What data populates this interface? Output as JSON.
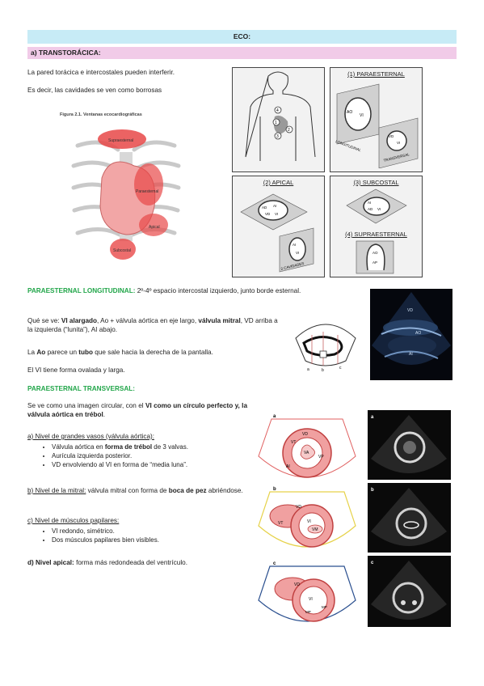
{
  "header": {
    "title": "ECO:"
  },
  "section": {
    "label": "a)  TRANSTORÁCICA:"
  },
  "intro": {
    "line1": "La pared torácica e intercostales pueden interferir.",
    "line2": "Es decir, las cavidades se ven como borrosas"
  },
  "figure": {
    "caption": "Figura 2.1. Ventanas ecocardiográficas",
    "labels": {
      "supra": "Supraesternal",
      "para": "Paraesternal",
      "apical": "Apical",
      "subcostal": "Subcostal"
    }
  },
  "windows": {
    "body_numbers": [
      "4",
      "1",
      "2",
      "3"
    ],
    "para_label": "(1) PARAESTERNAL",
    "longitudinal": "LONGITUDINAL",
    "transversal": "TRANSVERSAL",
    "apical_label": "(2) APICAL",
    "cavidades": "2 CAVIDADES",
    "subcostal_label": "(3) SUBCOSTAL",
    "supra_label": "(4) SUPRAESTERNAL",
    "chambers": {
      "ao": "AO",
      "vi": "VI",
      "vd": "VD",
      "ai": "AI",
      "ad": "AD",
      "ap": "AP"
    }
  },
  "plong": {
    "heading": "PARAESTERNAL LONGITUDINAL:",
    "heading_rest": " 2º-4º espacio intercostal izquierdo, junto borde esternal.",
    "p1_pre": "Qué se ve: ",
    "p1_b1": "VI alargado",
    "p1_mid1": ", Ao + válvula aórtica en eje largo, ",
    "p1_b2": "válvula mitral",
    "p1_end": ", VD arriba a la izquierda (“lunita”), AI abajo.",
    "p2_pre": "La ",
    "p2_b1": "Ao",
    "p2_mid": " parece un ",
    "p2_b2": "tubo",
    "p2_end": " que sale hacia la derecha de la pantalla.",
    "p3": "El VI tiene forma ovalada y larga.",
    "diagram_letters": [
      "a",
      "b",
      "c"
    ],
    "echo_labels": [
      "VD",
      "AO",
      "AI"
    ]
  },
  "ptrans": {
    "heading": "PARAESTERNAL TRANSVERSAL:",
    "intro_pre": "Se ve como una imagen circular, con el ",
    "intro_b1": "VI como un círculo perfecto y, la válvula aórtica en trébol",
    "intro_end": ".",
    "a_title": "a) Nivel de grandes vasos (válvula aórtica):",
    "a_items": [
      {
        "pre": "Válvula aórtica en ",
        "bold": "forma de trébol",
        "post": " de 3 valvas."
      },
      {
        "pre": "Aurícula izquierda posterior.",
        "bold": "",
        "post": ""
      },
      {
        "pre": "VD envolviendo al VI en forma de “media luna”.",
        "bold": "",
        "post": ""
      }
    ],
    "b_title": "b) Nivel de la mitral:",
    "b_pre": " válvula mitral con forma de ",
    "b_bold": "boca de pez",
    "b_end": " abriéndose.",
    "c_title": "c) Nivel de músculos papilares:",
    "c_items": [
      "VI redondo, simétrico.",
      "Dos músculos papilares bien visibles."
    ],
    "d_title": "d) Nivel apical:",
    "d_text": " forma más redondeada del ventrículo."
  },
  "fig_b": {
    "letters": [
      "a",
      "b",
      "c"
    ],
    "a_labels": [
      "VT",
      "VD",
      "VA",
      "VP",
      "AI"
    ],
    "b_labels": [
      "VD",
      "VT",
      "VI",
      "VM"
    ],
    "c_labels": [
      "VD",
      "VI",
      "MP",
      "MP"
    ]
  }
}
